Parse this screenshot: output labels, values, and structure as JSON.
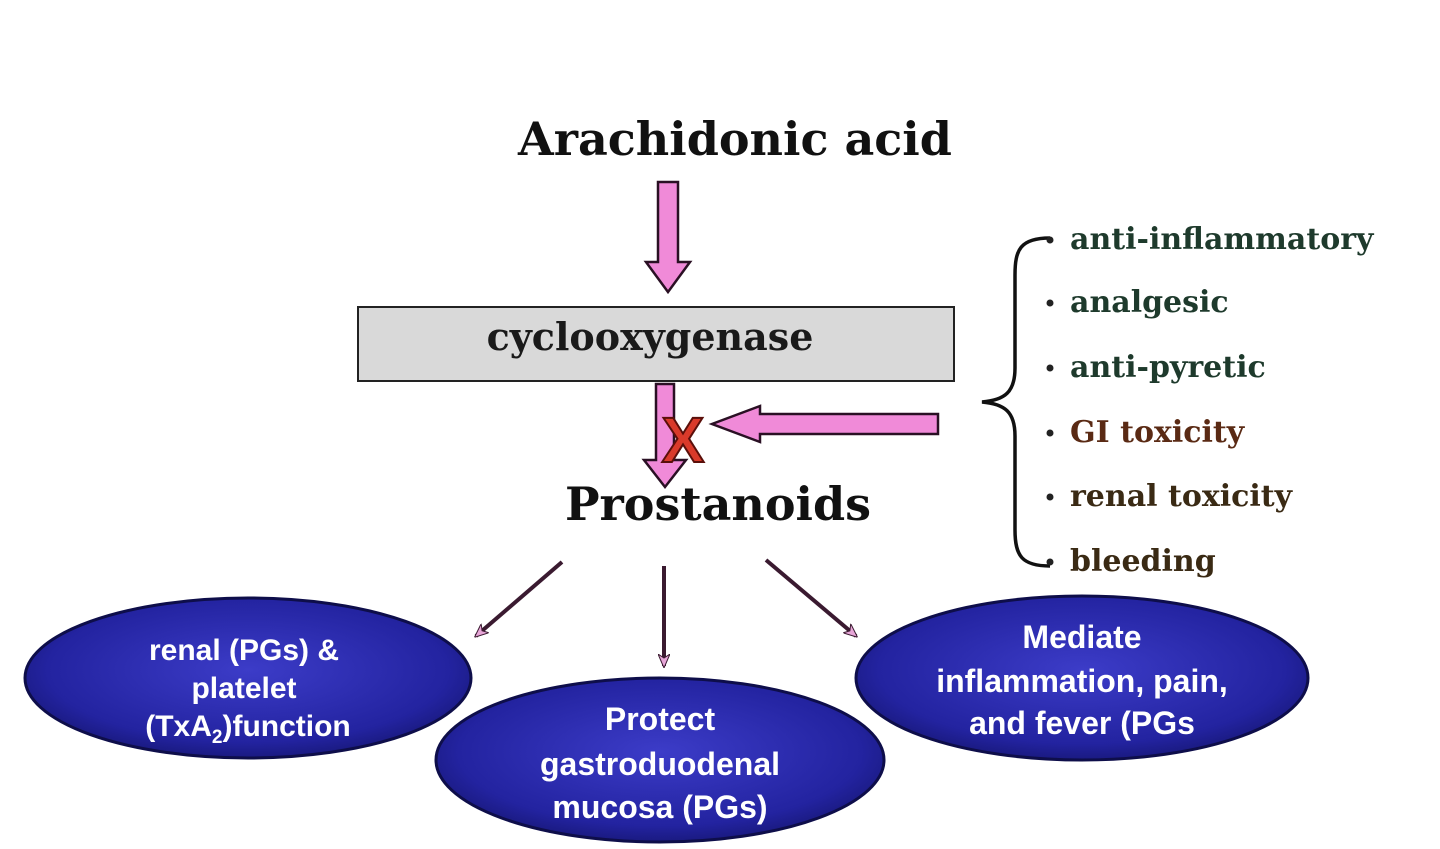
{
  "top_node": {
    "label": "Arachidonic acid"
  },
  "enzyme": {
    "label": "cyclooxygenase"
  },
  "product": {
    "label": "Prostanoids"
  },
  "block_mark": {
    "symbol": "X",
    "color": "#d93a2a"
  },
  "effects": [
    {
      "label": "anti-inflammatory",
      "color": "#1e3a2c"
    },
    {
      "label": "analgesic",
      "color": "#1e3a2c"
    },
    {
      "label": "anti-pyretic",
      "color": "#1e3a2c"
    },
    {
      "label": "GI toxicity",
      "color": "#5a2a14"
    },
    {
      "label": "renal toxicity",
      "color": "#3a2a14"
    },
    {
      "label": "bleeding",
      "color": "#3a2a14"
    }
  ],
  "ellipses": {
    "left": {
      "line1": "renal (PGs) &",
      "line2": "platelet",
      "line3_pre": "(TxA",
      "line3_sub": "2",
      "line3_post": ")function"
    },
    "center": {
      "line1": "Protect",
      "line2": "gastroduodenal",
      "line3": "mucosa (PGs)"
    },
    "right": {
      "line1": "Mediate",
      "line2": "inflammation, pain,",
      "line3": "and fever (PGs"
    }
  },
  "colors": {
    "arrow_fill": "#f08ad8",
    "enzyme_box": "#d9d9d9",
    "ellipse_fill": "#2a2aa8",
    "ellipse_text": "#ffffff"
  }
}
